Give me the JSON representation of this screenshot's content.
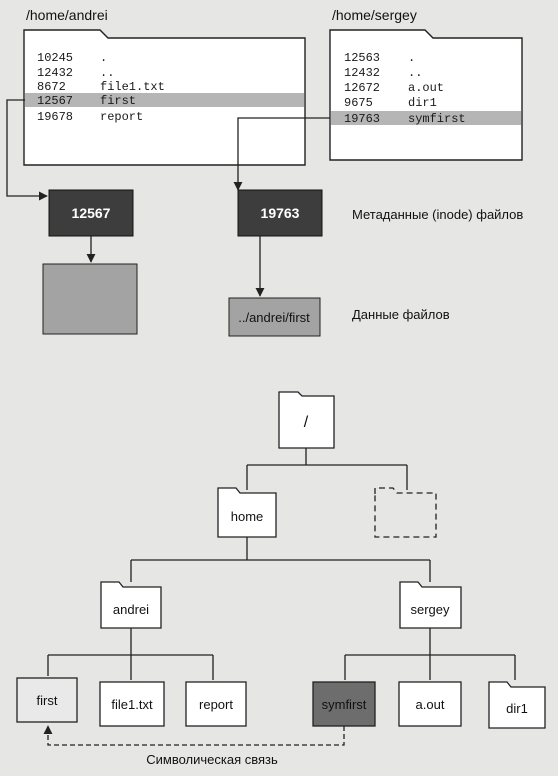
{
  "dir_andrei": {
    "title": "/home/andrei",
    "entries": [
      {
        "inode": "10245",
        "name": "."
      },
      {
        "inode": "12432",
        "name": ".."
      },
      {
        "inode": "8672",
        "name": "file1.txt"
      },
      {
        "inode": "12567",
        "name": "first"
      },
      {
        "inode": "19678",
        "name": "report"
      }
    ],
    "highlight_index": 3
  },
  "dir_sergey": {
    "title": "/home/sergey",
    "entries": [
      {
        "inode": "12563",
        "name": "."
      },
      {
        "inode": "12432",
        "name": ".."
      },
      {
        "inode": "12672",
        "name": "a.out"
      },
      {
        "inode": "9675",
        "name": "dir1"
      },
      {
        "inode": "19763",
        "name": "symfirst"
      }
    ],
    "highlight_index": 4
  },
  "inodes": {
    "left": "12567",
    "right": "19763",
    "label": "Метаданные (inode) файлов"
  },
  "data_blocks": {
    "right_content": "../andrei/first",
    "label": "Данные файлов"
  },
  "tree": {
    "root": "/",
    "home": "home",
    "andrei": "andrei",
    "sergey": "sergey",
    "andrei_files": [
      "first",
      "file1.txt",
      "report"
    ],
    "sergey_files": [
      "symfirst",
      "a.out"
    ],
    "sergey_dir": "dir1",
    "symlink_label": "Символическая связь"
  },
  "colors": {
    "inode_fill": "#3d3d3d",
    "data_fill": "#a3a3a3",
    "highlight_row": "#b5b5b5",
    "symfirst_fill": "#6d6d6d",
    "first_fill": "#e9e9e9"
  }
}
